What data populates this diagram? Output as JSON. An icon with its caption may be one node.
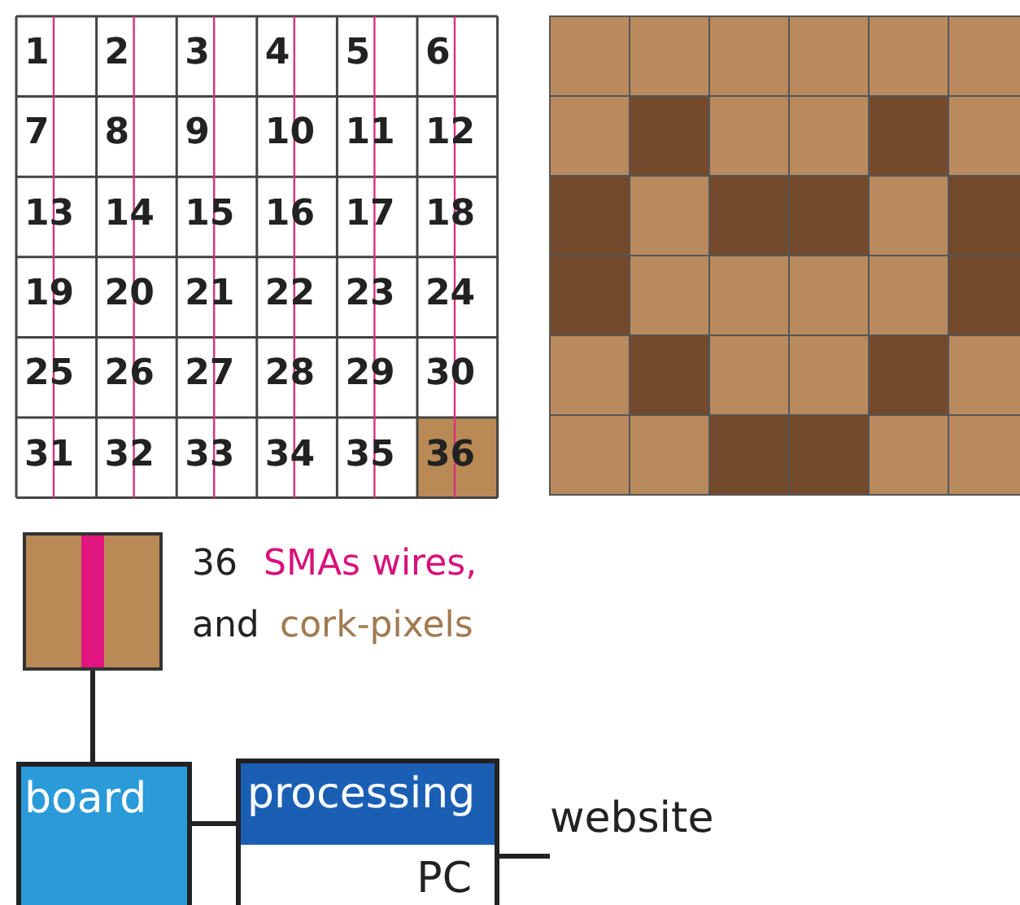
{
  "diagram": {
    "nodes": [
      {
        "text": [],
        "shape": "box"
      },
      {
        "text": [
          "board"
        ]
      },
      {
        "text": [
          "processing",
          "PC"
        ]
      },
      {
        "text": [
          "website"
        ]
      }
    ],
    "edges": [
      {
        "from": 0,
        "to": 1,
        "arrow": "none"
      },
      {
        "from": 1,
        "to": 2,
        "arrow": "none"
      },
      {
        "from": 2,
        "to": 3,
        "arrow": "none"
      }
    ],
    "labels": [
      "1",
      "2",
      "3",
      "4",
      "5",
      "6",
      "7",
      "8",
      "9",
      "10",
      "11",
      "12",
      "13",
      "14",
      "15",
      "16",
      "17",
      "18",
      "19",
      "20",
      "21",
      "22",
      "23",
      "24",
      "25",
      "26",
      "27",
      "28",
      "29",
      "30",
      "31",
      "32",
      "33",
      "34",
      "35",
      "36",
      "36",
      "SMAs wires,",
      "and",
      "cork-pixels"
    ]
  }
}
